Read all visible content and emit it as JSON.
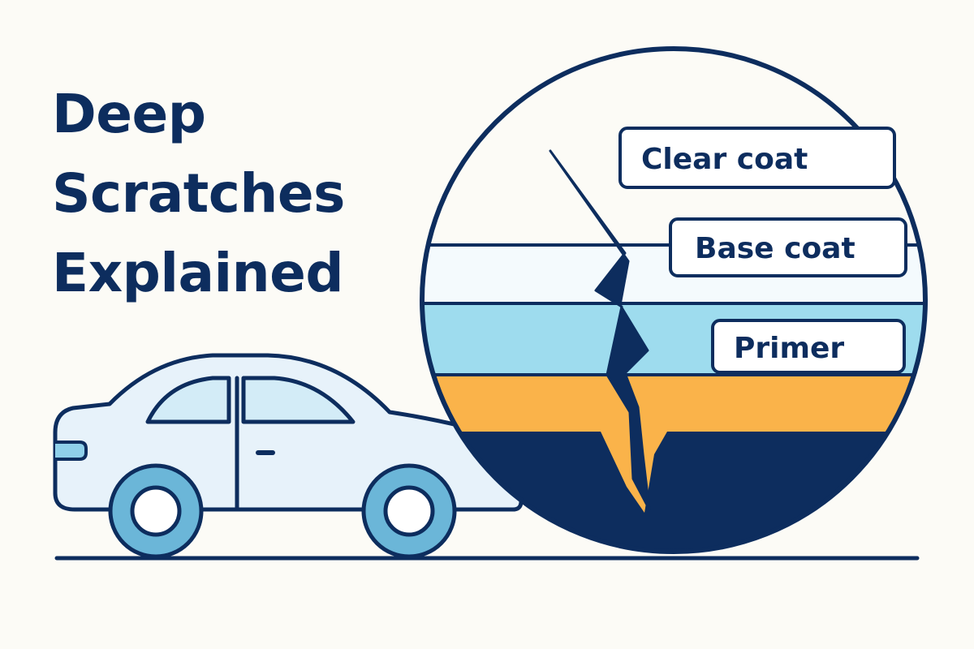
{
  "title": {
    "line1": "Deep",
    "line2": "Scratches",
    "line3": "Explained"
  },
  "layers": {
    "clear_coat": "Clear coat",
    "base_coat": "Base coat",
    "primer": "Primer"
  },
  "colors": {
    "navy": "#0d2d5e",
    "background": "#fcfbf6",
    "clear_coat": "#f4fafd",
    "base_coat": "#9edcee",
    "primer": "#fab34a",
    "car_body": "#e7f2fa",
    "car_window": "#d3ecf7",
    "wheel": "#6bb6d8"
  },
  "icons": [
    "car-icon",
    "scratch-icon",
    "magnifier-circle-icon"
  ]
}
